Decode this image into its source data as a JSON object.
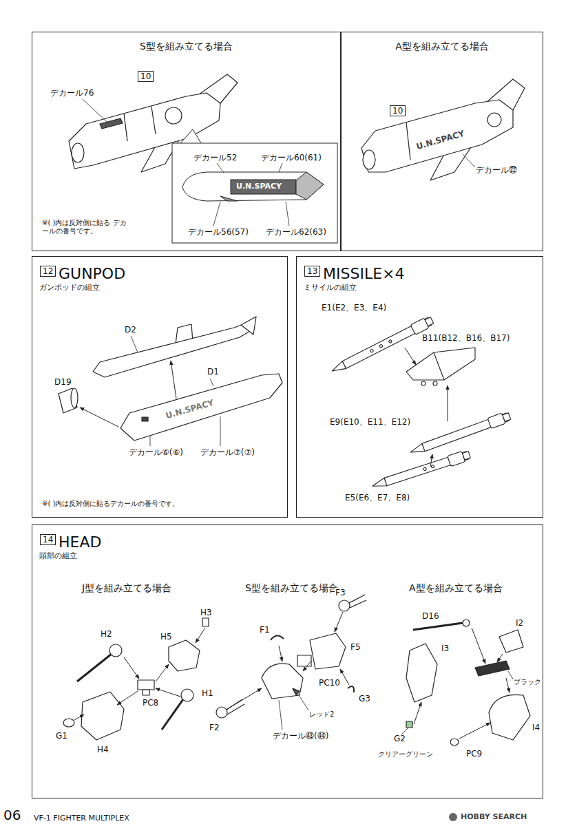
{
  "diagram": {
    "nodes": [
      {
        "text": [
          "S型を組み立てる場合"
        ]
      },
      {
        "text": [
          "A型を組み立てる場合"
        ]
      },
      {
        "text": [
          "GUNPOD",
          "ガンポッドの組立"
        ]
      },
      {
        "text": [
          "MISSILE×4",
          "ミサイルの組立"
        ]
      },
      {
        "text": [
          "HEAD",
          "頭部の組立"
        ]
      }
    ],
    "labels": [
      "10",
      "デカール76",
      "デカール52",
      "デカール60(61)",
      "U.N.SPACY",
      "デカール56(57)",
      "デカール62(63)",
      "※( )内は反対側に貼る デカールの番号です。",
      "10",
      "U.N.SPACY",
      "デカール㉒",
      "12",
      "D2",
      "D19",
      "D1",
      "U.N.SPACY",
      "デカール⑥(⑥)",
      "デカール⑦(⑦)",
      "※( )内は反対側に貼るデカールの番号です。",
      "13",
      "E1(E2、E3、E4)",
      "B11(B12、B16、B17)",
      "E9(E10、E11、E12)",
      "E5(E6、E7、E8)",
      "14",
      "J型を組み立てる場合",
      "S型を組み立てる場合",
      "A型を組み立てる場合",
      "H3",
      "H2",
      "H5",
      "PC8",
      "H1",
      "G1",
      "H4",
      "F3",
      "F1",
      "F5",
      "PC10",
      "G3",
      "F2",
      "レッド2",
      "デカール㊸(㊹)",
      "D16",
      "I2",
      "I3",
      "ブラック",
      "G2",
      "クリアーグリーン",
      "PC9",
      "I4",
      "06",
      "VF-1 FIGHTER MULTIPLEX",
      "HOBBY SEARCH"
    ]
  }
}
